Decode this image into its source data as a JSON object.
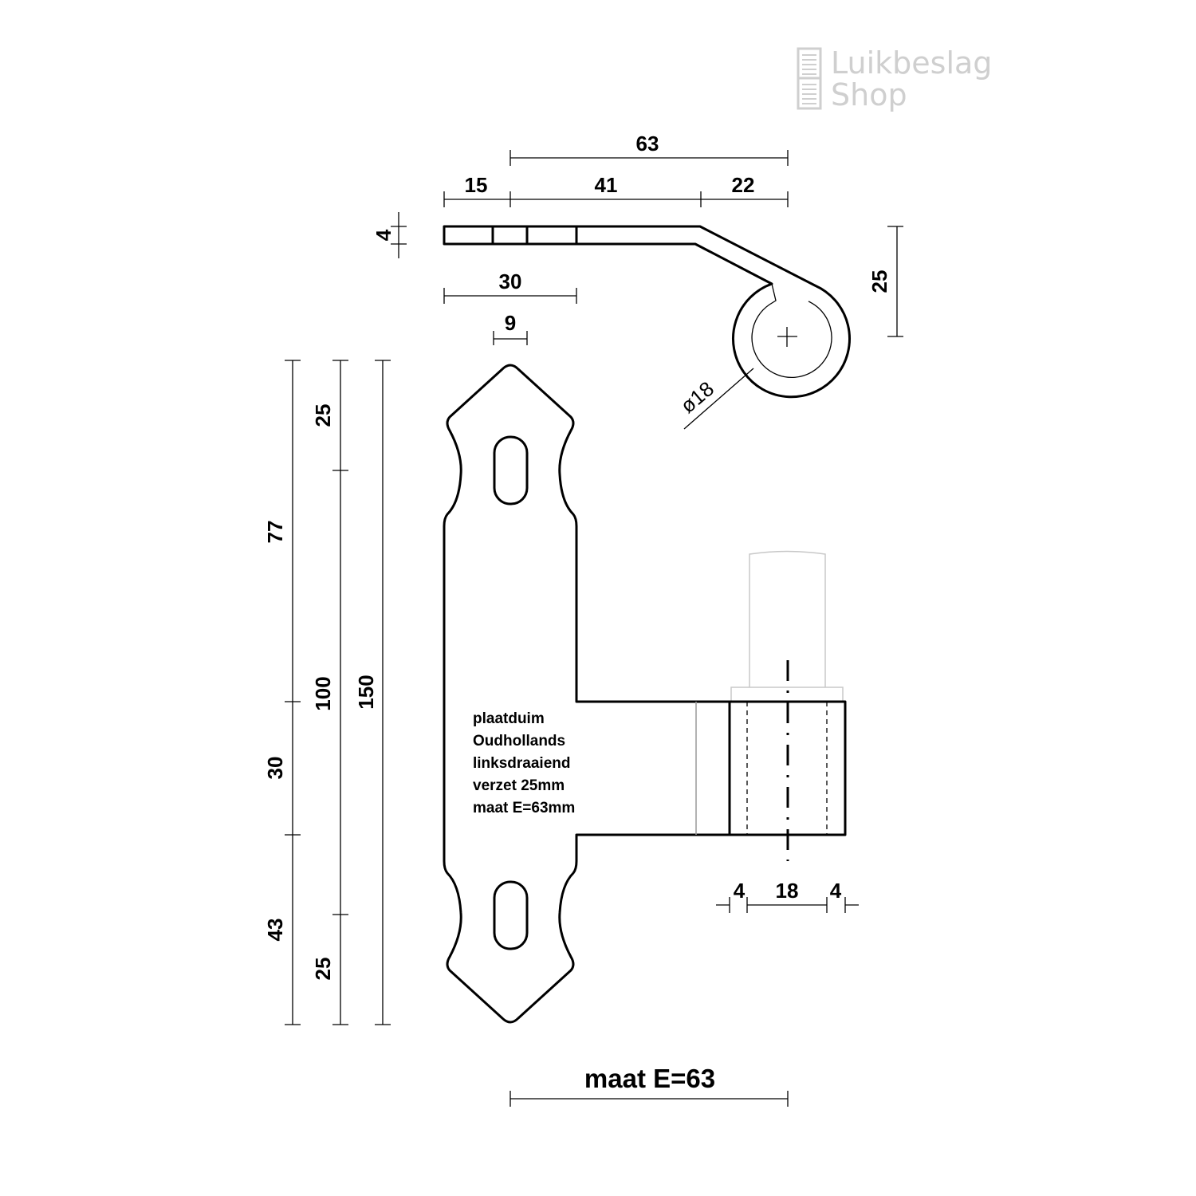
{
  "logo": {
    "line1": "Luikbeslag",
    "line2": "Shop",
    "color": "#cfcfcf"
  },
  "top_view": {
    "dim_total": "63",
    "dim_a": "15",
    "dim_b": "41",
    "dim_c": "22",
    "dim_thickness": "4",
    "dim_offset": "25",
    "dim_30": "30",
    "dim_9": "9",
    "dim_diameter": "ø18"
  },
  "front_view": {
    "dim_77": "77",
    "dim_30": "30",
    "dim_43": "43",
    "dim_25_top": "25",
    "dim_100": "100",
    "dim_25_bottom": "25",
    "dim_150": "150",
    "dim_4_left": "4",
    "dim_18": "18",
    "dim_4_right": "4",
    "notes": [
      "plaatduim",
      "Oudhollands",
      "linksdraaiend",
      "verzet 25mm",
      "maat E=63mm"
    ]
  },
  "maat_label": "maat E=63"
}
